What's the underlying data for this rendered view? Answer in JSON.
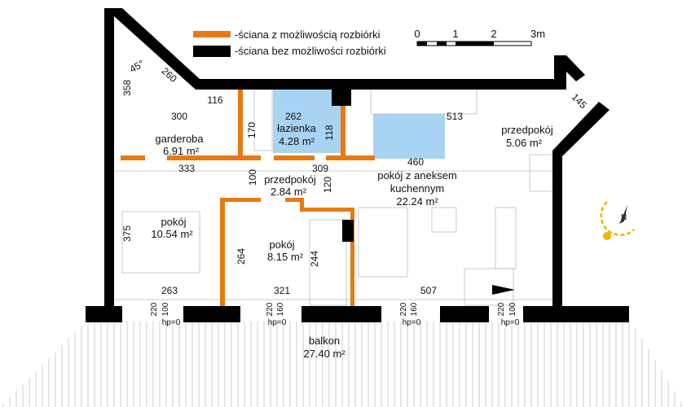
{
  "legend": {
    "demolishable": {
      "label": "-ściana z możliwością rozbiórki",
      "color": "#e87a12"
    },
    "non_demolishable": {
      "label": "-ściana bez możliwości rozbiórki",
      "color": "#000000"
    }
  },
  "scale": {
    "ticks": [
      "0",
      "1",
      "2",
      "3m"
    ]
  },
  "rooms": [
    {
      "name": "garderoba",
      "area": "6.91 m²"
    },
    {
      "name": "łazienka",
      "area": "4.28 m²"
    },
    {
      "name": "przedpokój",
      "area": "2.84 m²"
    },
    {
      "name": "pokój z aneksem",
      "name2": "kuchennym",
      "area": "22.24 m²"
    },
    {
      "name": "przedpokój",
      "area": "5.06 m²"
    },
    {
      "name": "pokój",
      "area": "10.54 m²"
    },
    {
      "name": "pokój",
      "area": "8.15 m²"
    },
    {
      "name": "balkon",
      "area": "27.40 m²"
    }
  ],
  "dimensions": [
    "45°",
    "260",
    "358",
    "116",
    "300",
    "262",
    "170",
    "118",
    "513",
    "145",
    "333",
    "309",
    "460",
    "100",
    "120",
    "375",
    "264",
    "244",
    "263",
    "321",
    "507"
  ],
  "openings": [
    {
      "h": "220",
      "w": "100",
      "hp": "hp=0"
    },
    {
      "h": "220",
      "w": "160",
      "hp": "hp=0"
    },
    {
      "h": "220",
      "w": "160",
      "hp": "hp=0"
    },
    {
      "h": "220",
      "w": "100",
      "hp": "hp=0"
    }
  ],
  "colors": {
    "bathroom": "#a9d3f2",
    "kitchen": "#a9d3f2",
    "orange": "#e87a12",
    "compass": "#f0b400"
  }
}
